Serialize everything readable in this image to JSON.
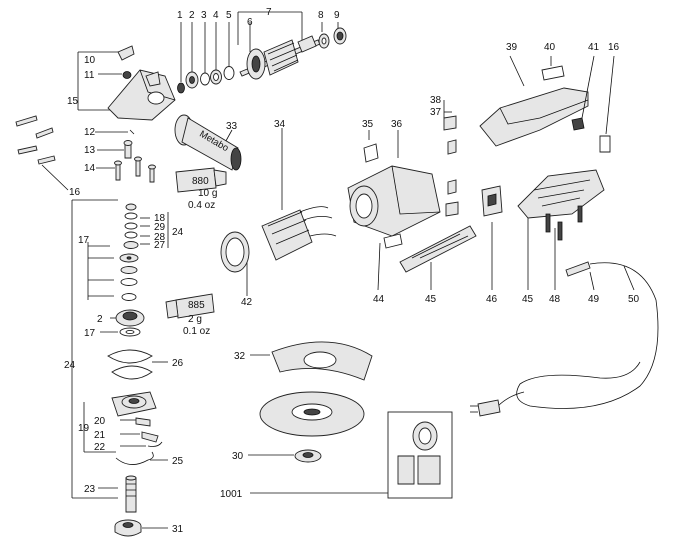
{
  "callouts": {
    "c1": "1",
    "c2": "2",
    "c3": "3",
    "c4": "4",
    "c5": "5",
    "c6": "6",
    "c7": "7",
    "c8": "8",
    "c9": "9",
    "c10": "10",
    "c11": "11",
    "c12": "12",
    "c13": "13",
    "c14": "14",
    "c15": "15",
    "c16a": "16",
    "c16b": "16",
    "c17a": "17",
    "c17b": "17",
    "c18": "18",
    "c19": "19",
    "c20": "20",
    "c21": "21",
    "c22": "22",
    "c23": "23",
    "c24a": "24",
    "c24b": "24",
    "c25": "25",
    "c26": "26",
    "c27": "27",
    "c28": "28",
    "c29": "29",
    "c30": "30",
    "c31": "31",
    "c32": "32",
    "c33": "33",
    "c34": "34",
    "c35": "35",
    "c36": "36",
    "c37": "37",
    "c38": "38",
    "c39": "39",
    "c40": "40",
    "c41": "41",
    "c42": "42",
    "c44": "44",
    "c45a": "45",
    "c45b": "45",
    "c46": "46",
    "c48": "48",
    "c49": "49",
    "c50": "50",
    "c1001": "1001",
    "c2b": "2"
  },
  "grease_880": {
    "code": "880",
    "amount": "10 g",
    "oz": "0.4 oz"
  },
  "grease_885": {
    "code": "885",
    "amount": "2 g",
    "oz": "0.1 oz"
  },
  "handle_brand": "Metabo"
}
